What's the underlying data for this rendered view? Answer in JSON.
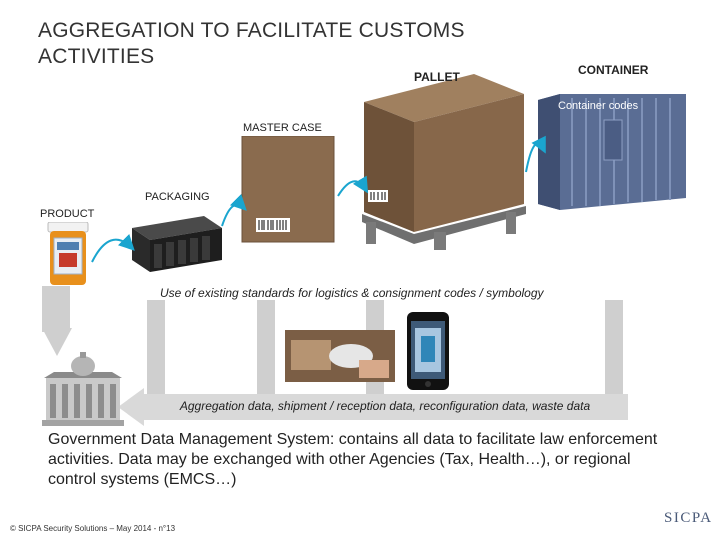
{
  "title": "AGGREGATION TO FACILITATE CUSTOMS ACTIVITIES",
  "labels": {
    "pallet": "PALLET",
    "container": "CONTAINER",
    "container_codes": "Container codes",
    "master_case": "MASTER CASE",
    "packaging": "PACKAGING",
    "product": "PRODUCT"
  },
  "standards_text": "Use of existing standards for logistics & consignment codes / symbology",
  "banner_text": "Aggregation data, shipment / reception data, reconfiguration data, waste data",
  "body_text": "Government Data Management System: contains all data to facilitate law enforcement activities. Data may be exchanged with other Agencies (Tax, Health…), or regional control systems (EMCS…)",
  "footer": "© SICPA Security Solutions – May 2014 - n°13",
  "logo": "SICPA",
  "colors": {
    "arrow": "#1aa5cf",
    "gray_bar": "#cfcfcf",
    "banner": "#d9d9d9",
    "container": "#5a6d94",
    "box": "#8a6b4e"
  }
}
